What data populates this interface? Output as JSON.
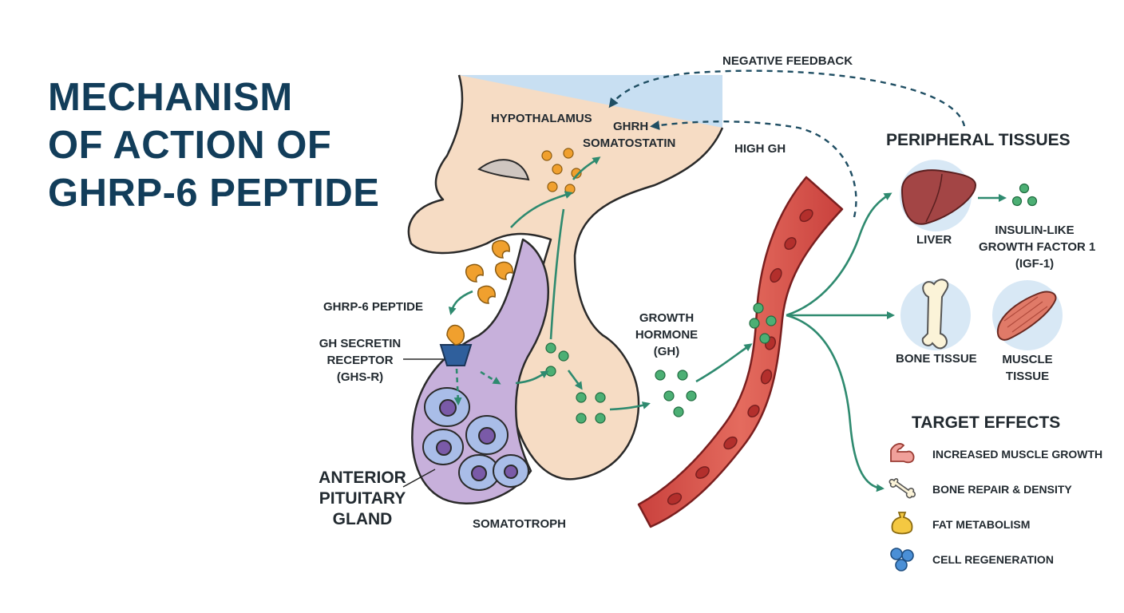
{
  "title": {
    "line1": "MECHANISM",
    "line2": "OF ACTION OF",
    "line3": "GHRP-6 PEPTIDE"
  },
  "labels": {
    "negative_feedback": "NEGATIVE FEEDBACK",
    "hypothalamus": "HYPOTHALAMUS",
    "ghrh": "GHRH",
    "somatostatin": "SOMATOSTATIN",
    "high_gh": "HIGH GH",
    "ghrp6_peptide": "GHRP-6 PEPTIDE",
    "ghs_receptor": [
      "GH SECRETIN",
      "RECEPTOR",
      "(GHS-R)"
    ],
    "anterior_pituitary": [
      "ANTERIOR",
      "PITUITARY",
      "GLAND"
    ],
    "somatotroph": "SOMATOTROPH",
    "growth_hormone": [
      "GROWTH",
      "HORMONE",
      "(GH)"
    ]
  },
  "peripheral": {
    "heading": "PERIPHERAL TISSUES",
    "liver": "LIVER",
    "igf1": [
      "INSULIN-LIKE",
      "GROWTH FACTOR 1",
      "(IGF-1)"
    ],
    "bone": "BONE TISSUE",
    "muscle": [
      "MUSCLE",
      "TISSUE"
    ]
  },
  "effects": {
    "heading": "TARGET EFFECTS",
    "items": [
      {
        "label": "INCREASED MUSCLE GROWTH",
        "icon": "flexed-arm-icon"
      },
      {
        "label": "BONE REPAIR & DENSITY",
        "icon": "bone-icon"
      },
      {
        "label": "FAT METABOLISM",
        "icon": "fat-droplet-icon"
      },
      {
        "label": "CELL REGENERATION",
        "icon": "cells-icon"
      }
    ]
  },
  "colors": {
    "title": "#123d5a",
    "arrow_teal": "#2e8a6f",
    "feedback_dash": "#1f4e63",
    "hypothalamus_fill": "#c8dff2",
    "pituitary_fill": "#c7b0db",
    "tissue_fill": "#f6dcc4",
    "blood_vessel": "#d9534f",
    "gh_dot": "#4caf74",
    "peptide_orange": "#f0a02e"
  }
}
